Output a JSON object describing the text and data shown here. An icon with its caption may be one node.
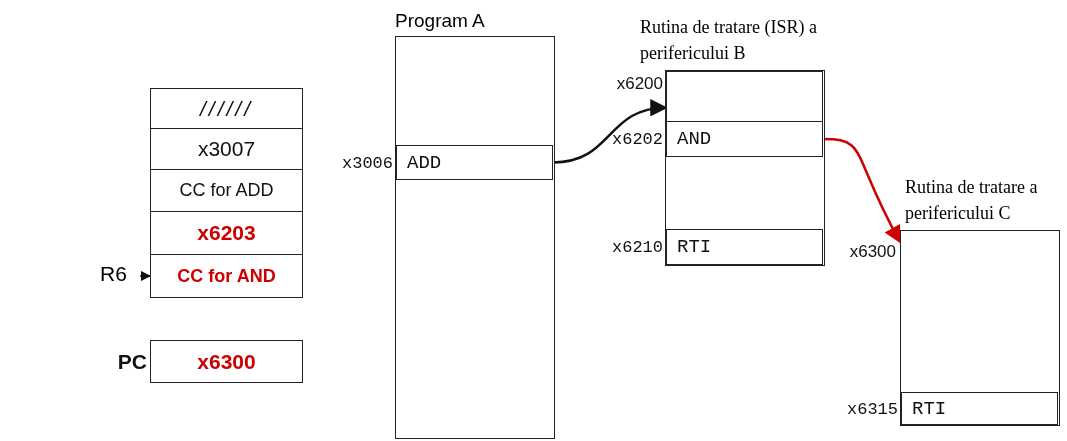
{
  "diagram": {
    "nodes": [
      {
        "text": [
          "//////"
        ]
      },
      {
        "text": [
          "x3007"
        ]
      },
      {
        "text": [
          "CC for ADD"
        ]
      },
      {
        "text": [
          "x6203"
        ]
      },
      {
        "text": [
          "CC for AND"
        ]
      },
      {
        "text": [
          "R6"
        ]
      },
      {
        "text": [
          "x6300"
        ],
        "beside": [
          "PC"
        ]
      },
      {
        "text": [
          "Program A"
        ]
      },
      {
        "text": [
          "ADD"
        ],
        "in": 7,
        "beside": [
          "x3006"
        ]
      },
      {
        "text": [
          "Rutina de tratare (ISR) a perifericului B"
        ]
      },
      {
        "text": [],
        "shape": "box",
        "in": 9,
        "beside": [
          "x6200"
        ]
      },
      {
        "text": [
          "AND"
        ],
        "in": 9,
        "beside": [
          "x6202"
        ]
      },
      {
        "text": [
          "RTI"
        ],
        "in": 9,
        "beside": [
          "x6210"
        ]
      },
      {
        "text": [
          "Rutina de tratare a perifericului C"
        ],
        "beside": [
          "x6300"
        ]
      },
      {
        "text": [
          "RTI"
        ],
        "in": 13,
        "beside": [
          "x6315"
        ]
      }
    ],
    "edges": [
      {
        "from": 5,
        "to": 4,
        "arrow": "to"
      },
      {
        "from": 8,
        "to": 10,
        "arrow": "to"
      },
      {
        "from": 11,
        "to": 13,
        "arrow": "to",
        "color": "#cc0000"
      }
    ]
  }
}
